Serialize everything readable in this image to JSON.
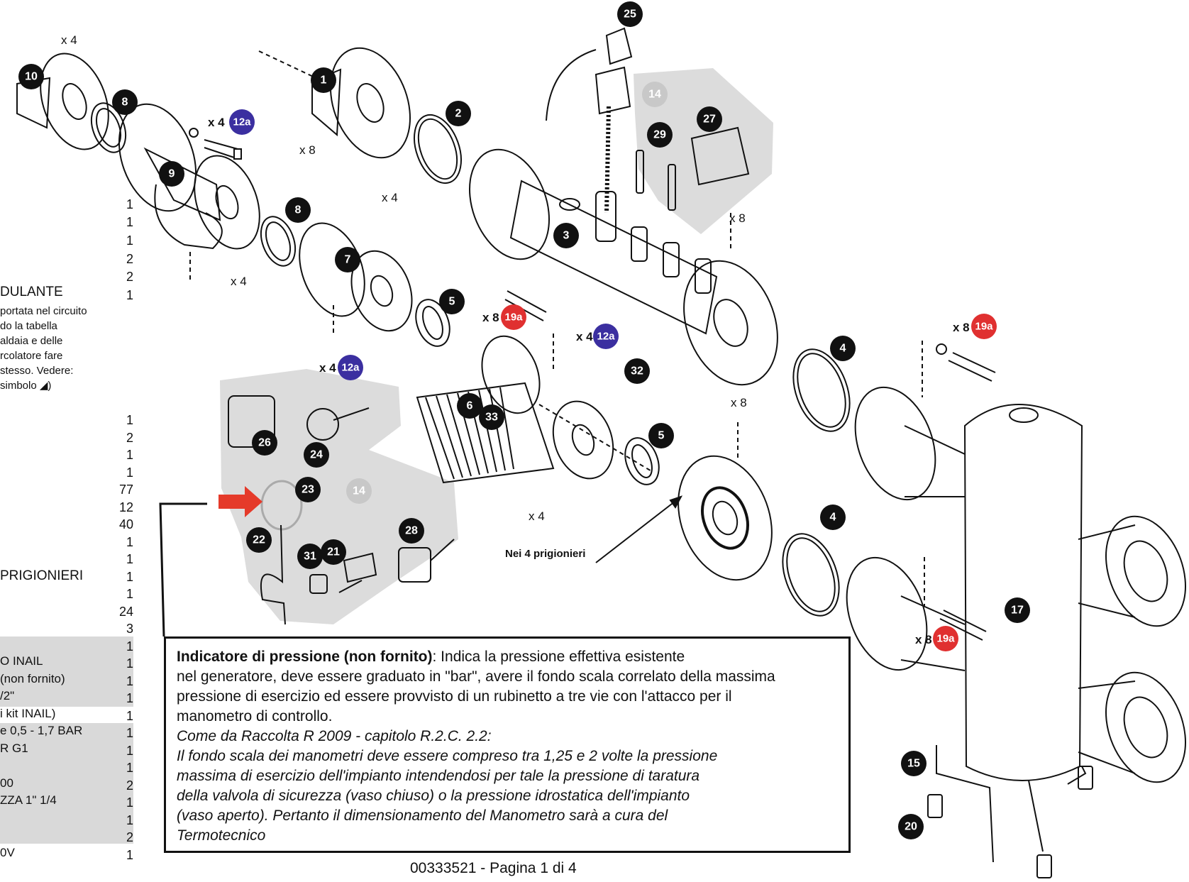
{
  "labels": {
    "times_4": "x 4",
    "times_8": "x 8",
    "prisoners_note": "Nei 4 prigionieri"
  },
  "callouts": {
    "c1": "1",
    "c2": "2",
    "c3": "3",
    "c4": "4",
    "c5": "5",
    "c6": "6",
    "c7": "7",
    "c8": "8",
    "c9": "9",
    "c10": "10",
    "c12a": "12a",
    "c14": "14",
    "c15": "15",
    "c17": "17",
    "c19a": "19a",
    "c20": "20",
    "c21": "21",
    "c22": "22",
    "c23": "23",
    "c24": "24",
    "c25": "25",
    "c26": "26",
    "c27": "27",
    "c28": "28",
    "c29": "29",
    "c31": "31",
    "c32": "32",
    "c33": "33"
  },
  "colors": {
    "callout_black": "#111111",
    "callout_red": "#e03030",
    "callout_blue": "#3b2fa0",
    "callout_grey": "#c8c8c8",
    "kit_area": "#dcdcdc",
    "arrow_red": "#e53a2a"
  },
  "left_table": {
    "lines": [
      "DULANTE",
      "PRIGIONIERI",
      "O INAIL",
      "(non fornito)",
      "/2\"",
      "i kit INAIL)",
      "e 0,5 - 1,7 BAR",
      "R G1",
      "00",
      "ZZA 1\" 1/4",
      "0V"
    ],
    "note": [
      "portata nel circuito",
      "do la tabella",
      "aldaia e delle",
      "rcolatore fare",
      "stesso. Vedere:",
      "simbolo"
    ],
    "quantities_top": [
      "1",
      "1",
      "1",
      "2",
      "2",
      "1"
    ],
    "quantities_bottom": [
      "1",
      "2",
      "1",
      "1",
      "77",
      "12",
      "40",
      "1",
      "1",
      "1",
      "1",
      "24",
      "3",
      "1",
      "1",
      "1",
      "1",
      "1",
      "1",
      "1",
      "1",
      "2",
      "1",
      "1",
      "2",
      "1"
    ]
  },
  "info_box": {
    "title": "Indicatore di pressione (non fornito)",
    "line1": ": Indica la pressione effettiva esistente",
    "line2": "nel generatore, deve essere graduato in \"bar\", avere il fondo scala correlato della massima",
    "line3": "pressione di esercizio ed essere provvisto di un rubinetto a tre vie con l'attacco per il",
    "line4": "manometro di controllo.",
    "ref": "Come da Raccolta R 2009 - capitolo R.2.C. 2.2:",
    "it1": "Il fondo scala dei manometri deve essere compreso tra 1,25 e 2 volte la pressione",
    "it2": "massima di esercizio dell'impianto intendendosi per tale la pressione di taratura",
    "it3": "della valvola di sicurezza (vaso chiuso) o la pressione idrostatica dell'impianto",
    "it4": "(vaso aperto). Pertanto il dimensionamento del Manometro sarà a cura del",
    "it5": "Termotecnico"
  },
  "footer": "00333521 - Pagina 1 di 4"
}
